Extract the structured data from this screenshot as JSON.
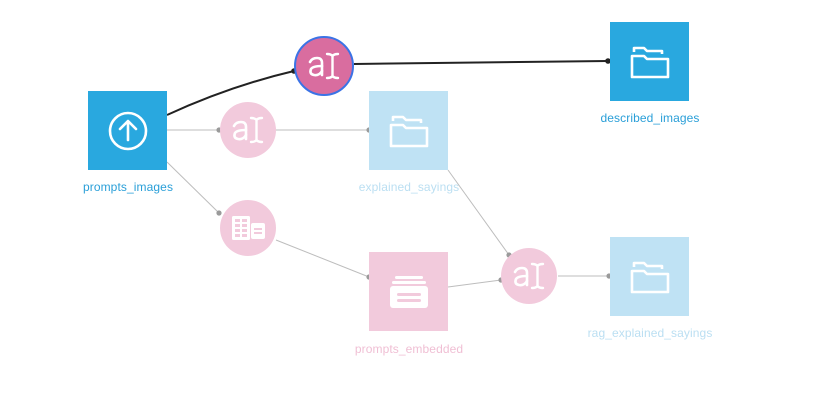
{
  "colors": {
    "dataset_active": "#29a8df",
    "dataset_faded": "#bfe2f4",
    "label_active": "#2a9fd8",
    "label_faded": "#bbdff2",
    "recipe_active": "#d96d9f",
    "recipe_faded": "#f2cadc",
    "label_pink_faded": "#f0bfd4",
    "edge_strong": "#222222",
    "edge_faded": "#bdbdbd"
  },
  "nodes": {
    "prompts_images": {
      "label": "prompts_images",
      "icon": "upload-icon"
    },
    "described_images": {
      "label": "described_images",
      "icon": "folder-icon"
    },
    "explained_sayings": {
      "label": "explained_sayings",
      "icon": "folder-icon"
    },
    "rag_explained_sayings": {
      "label": "rag_explained_sayings",
      "icon": "folder-icon"
    },
    "prompts_embedded": {
      "label": "prompts_embedded",
      "icon": "embedded-folder-icon"
    },
    "recipe_llm_describe": {
      "icon": "llm-recipe-icon"
    },
    "recipe_llm_explain": {
      "icon": "llm-recipe-icon"
    },
    "recipe_embed": {
      "icon": "embed-recipe-icon"
    },
    "recipe_llm_rag": {
      "icon": "llm-recipe-icon"
    }
  }
}
